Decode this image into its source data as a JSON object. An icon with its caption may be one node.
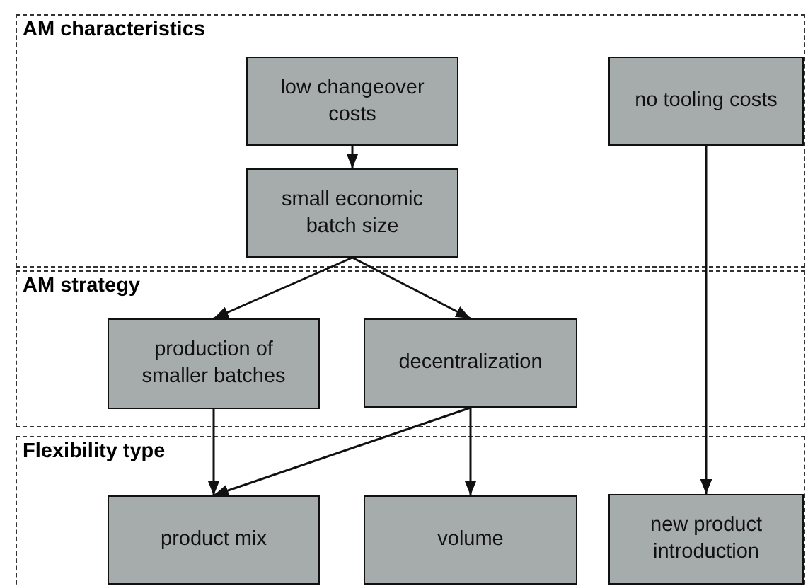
{
  "diagram": {
    "nodes": [
      {
        "text": [
          "AM characteristics"
        ]
      },
      {
        "text": [
          "low changeover costs"
        ],
        "in": 0
      },
      {
        "text": [
          "small economic batch size"
        ],
        "in": 0
      },
      {
        "text": [
          "no tooling costs"
        ],
        "in": 0
      },
      {
        "text": [
          "AM strategy"
        ]
      },
      {
        "text": [
          "production of smaller batches"
        ],
        "in": 4
      },
      {
        "text": [
          "decentralization"
        ],
        "in": 4
      },
      {
        "text": [
          "Flexibility type"
        ]
      },
      {
        "text": [
          "product mix"
        ],
        "in": 7
      },
      {
        "text": [
          "volume"
        ],
        "in": 7
      },
      {
        "text": [
          "new product introduction"
        ],
        "in": 7
      }
    ],
    "edges": [
      {
        "from": 1,
        "to": 2,
        "arrow": "to"
      },
      {
        "from": 2,
        "to": 5,
        "arrow": "to"
      },
      {
        "from": 2,
        "to": 6,
        "arrow": "to"
      },
      {
        "from": 5,
        "to": 8,
        "arrow": "to"
      },
      {
        "from": 6,
        "to": 8,
        "arrow": "to"
      },
      {
        "from": 6,
        "to": 9,
        "arrow": "to"
      },
      {
        "from": 3,
        "to": 10,
        "arrow": "to"
      }
    ]
  }
}
